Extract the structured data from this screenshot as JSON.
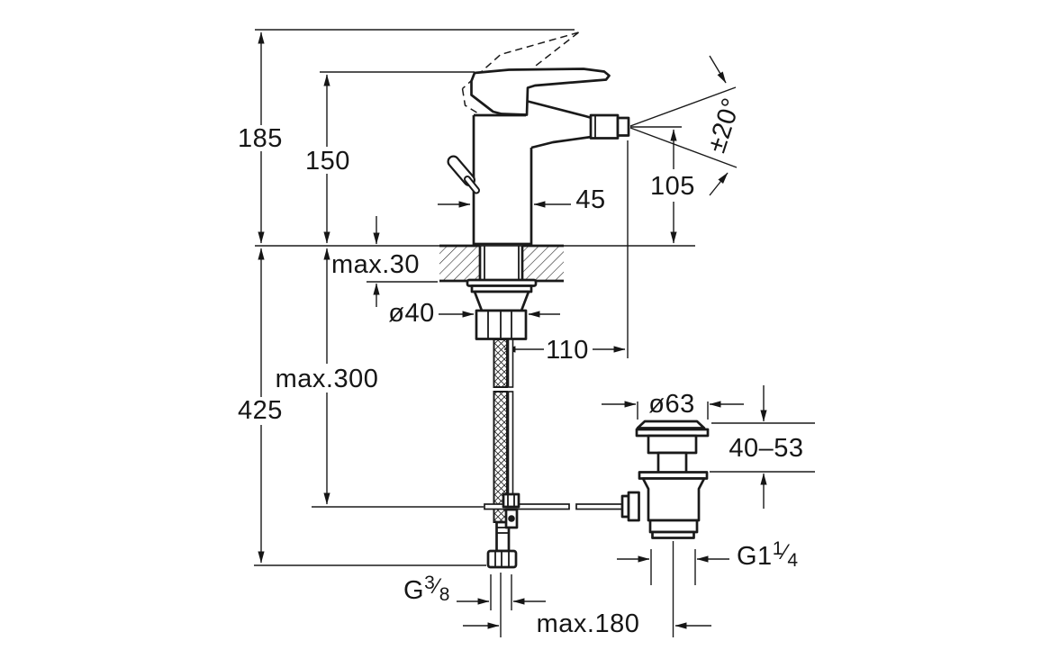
{
  "dims": {
    "total_height": "185",
    "handle_height": "150",
    "angle": "±20°",
    "spout_height": "105",
    "body_width": "45",
    "deck_max": "max.30",
    "shank_dia": "ø40",
    "spout_reach": "110",
    "rod_max": "max.300",
    "hose_length": "425",
    "flange_dia": "ø63",
    "waste_adjust": "40–53",
    "waste_offset": "max.180",
    "waste_thread": {
      "base": "G1",
      "num": "1",
      "den": "4"
    },
    "hose_thread": {
      "base": "G",
      "num": "3",
      "den": "8"
    }
  }
}
